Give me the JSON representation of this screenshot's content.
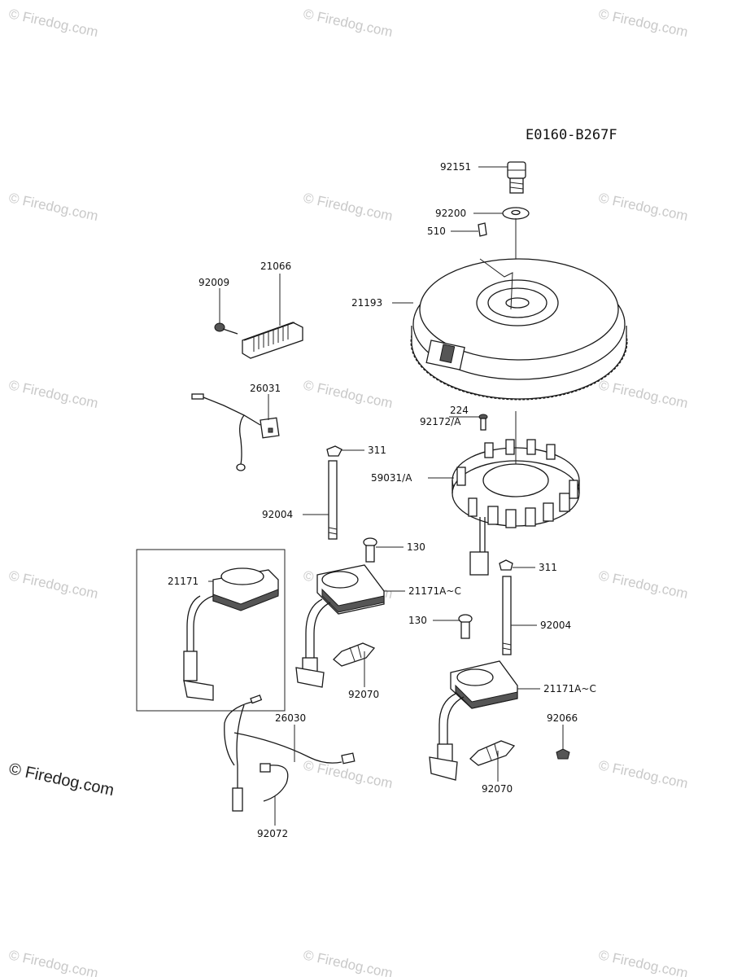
{
  "diagram_code": "E0160-B267F",
  "parts": [
    {
      "id": "p92151",
      "label": "92151"
    },
    {
      "id": "p92200",
      "label": "92200"
    },
    {
      "id": "p510",
      "label": "510"
    },
    {
      "id": "p21066",
      "label": "21066"
    },
    {
      "id": "p92009",
      "label": "92009"
    },
    {
      "id": "p21193",
      "label": "21193"
    },
    {
      "id": "p26031",
      "label": "26031"
    },
    {
      "id": "p224",
      "label": "224"
    },
    {
      "id": "p92172a",
      "label": "92172/A"
    },
    {
      "id": "p311a",
      "label": "311"
    },
    {
      "id": "p59031a",
      "label": "59031/A"
    },
    {
      "id": "p92004a",
      "label": "92004"
    },
    {
      "id": "p130a",
      "label": "130"
    },
    {
      "id": "p21171",
      "label": "21171"
    },
    {
      "id": "p21171ac_a",
      "label": "21171A~C"
    },
    {
      "id": "p311b",
      "label": "311"
    },
    {
      "id": "p130b",
      "label": "130"
    },
    {
      "id": "p92004b",
      "label": "92004"
    },
    {
      "id": "p92070a",
      "label": "92070"
    },
    {
      "id": "p21171ac_b",
      "label": "21171A~C"
    },
    {
      "id": "p26030",
      "label": "26030"
    },
    {
      "id": "p92066",
      "label": "92066"
    },
    {
      "id": "p92070b",
      "label": "92070"
    },
    {
      "id": "p92072",
      "label": "92072"
    }
  ],
  "watermark": {
    "text": "© Firedog.com",
    "corner_text": "© Firedog.com"
  }
}
